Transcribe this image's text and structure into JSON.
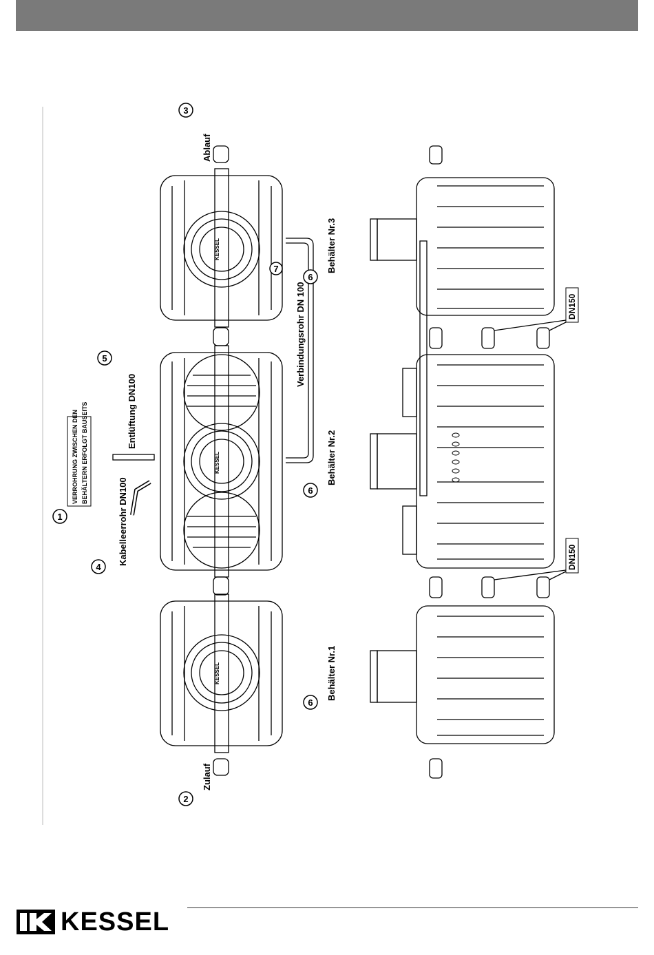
{
  "header": {
    "bar_color": "#7a7a7a"
  },
  "labels": {
    "note_line1": "VERROHRUNG ZWISCHEN DEN",
    "note_line2": "BEHÄLTERN ERFOLGT BAUSEITS",
    "cable_pipe": "Kabelleerrohr DN100",
    "vent": "Entlüftung DN100",
    "connecting_pipe": "Verbindungsrohr DN 100",
    "inlet": "Zulauf",
    "outlet": "Ablauf",
    "tank1": "Behälter Nr.1",
    "tank2": "Behälter Nr.2",
    "tank3": "Behälter Nr.3",
    "dn150_left": "DN150",
    "dn150_right": "DN150",
    "tank_brand": "KESSEL"
  },
  "callouts": [
    "1",
    "2",
    "3",
    "4",
    "5",
    "6",
    "6",
    "6",
    "7"
  ],
  "footer": {
    "brand": "KESSEL",
    "logo_mark": "IK"
  }
}
